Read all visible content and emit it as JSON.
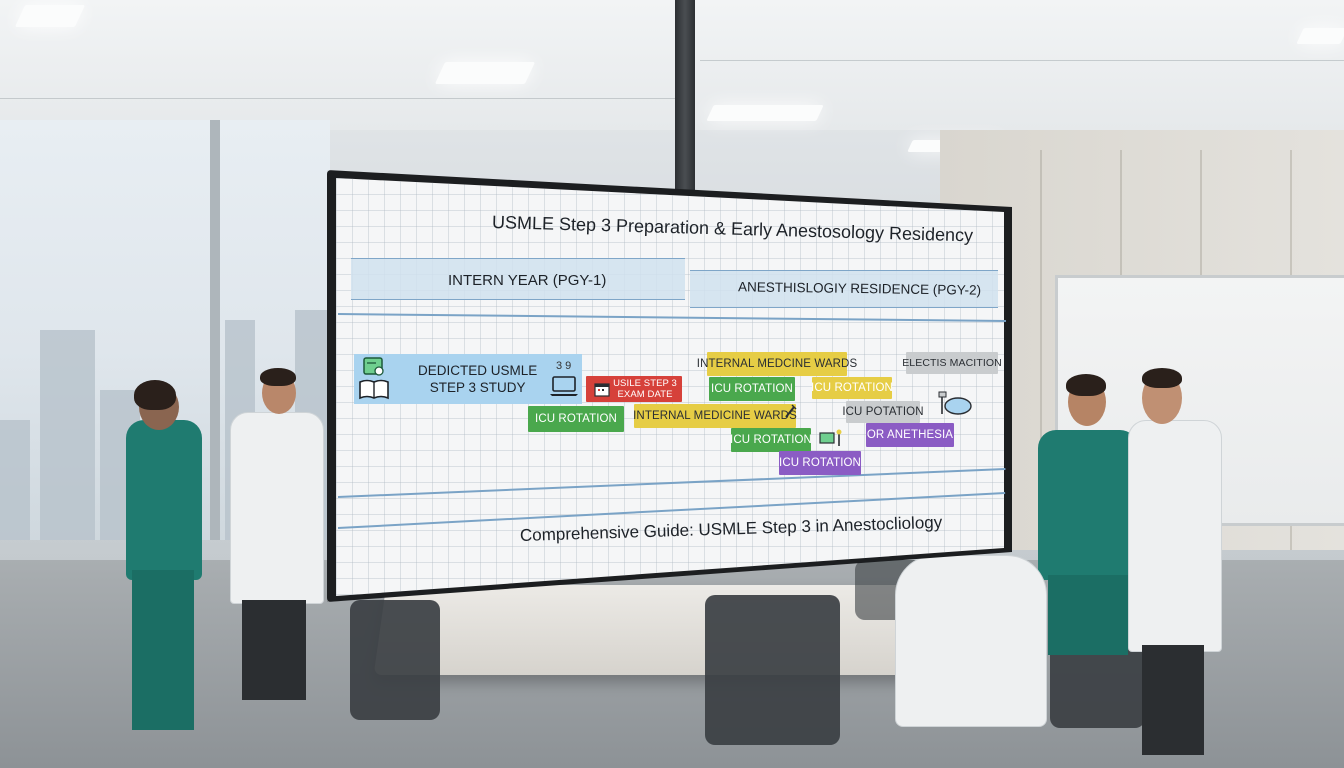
{
  "screen": {
    "title": "USMLE Step 3 Preparation & Early Anestosology Residency",
    "phases": [
      {
        "label": "INTERN YEAR (PGY-1)"
      },
      {
        "label": "ANESTHISLOGIY RESIDENCE (PGY-2)"
      }
    ],
    "study_block": {
      "line1": "DEDICTED USMLE",
      "line2": "STEP 3 STUDY",
      "badge": "3 9"
    },
    "chips": [
      {
        "label": "USILE STEP 3",
        "label2": "EXAM DATE",
        "color": "#d6413a"
      },
      {
        "label": "ICU ROTATION",
        "color": "#4aa84d"
      },
      {
        "label": "INTERNAL MEDCINE WARDS",
        "color": "#e6cd45"
      },
      {
        "label": "ICU ROTATION",
        "color": "#4aa84d"
      },
      {
        "label": "ICU ROTATION",
        "color": "#e6cd45"
      },
      {
        "label": "INTERNAL MEDICINE WARDS",
        "color": "#e6cd45"
      },
      {
        "label": "ICU POTATION",
        "color": "#c9ccce"
      },
      {
        "label": "ICU ROTATION",
        "color": "#4aa84d"
      },
      {
        "label": "OR ANETHESIA",
        "color": "#8b5cc4"
      },
      {
        "label": "ICU ROTATION",
        "color": "#8b5cc4"
      },
      {
        "label": "ELECTIS MACITION",
        "color": "#c9ccce"
      }
    ],
    "footer": "Comprehensive Guide: USMLE Step 3 in Anestocliology"
  },
  "icons": [
    "clipboard-icon",
    "book-icon",
    "laptop-icon",
    "calendar-icon",
    "syringe-icon",
    "monitor-device-icon",
    "anesthesia-machine-icon"
  ]
}
